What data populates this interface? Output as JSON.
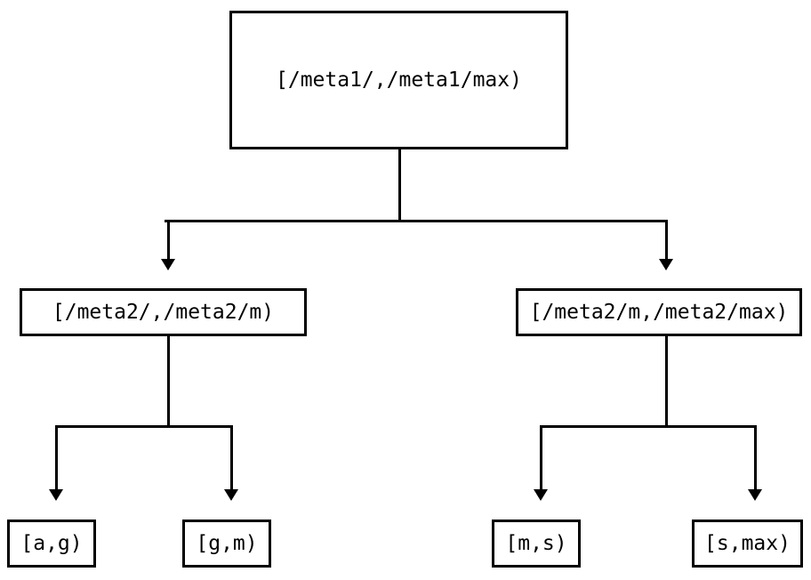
{
  "diagram": {
    "type": "interval-partition-tree",
    "background_color": "#ffffff",
    "line_color": "#000000",
    "text_color": "#000000",
    "levels": [
      {
        "level": 0,
        "nodes": [
          {
            "id": "root",
            "label": "[/meta1/,/meta1/max)"
          }
        ]
      },
      {
        "level": 1,
        "nodes": [
          {
            "id": "meta2-lo",
            "label": "[/meta2/,/meta2/m)"
          },
          {
            "id": "meta2-hi",
            "label": "[/meta2/m,/meta2/max)"
          }
        ]
      },
      {
        "level": 2,
        "nodes": [
          {
            "id": "leaf-ag",
            "label": "[a,g)"
          },
          {
            "id": "leaf-gm",
            "label": "[g,m)"
          },
          {
            "id": "leaf-ms",
            "label": "[m,s)"
          },
          {
            "id": "leaf-smax",
            "label": "[s,max)"
          }
        ]
      }
    ],
    "edges": [
      {
        "from": "root",
        "to": "meta2-lo"
      },
      {
        "from": "root",
        "to": "meta2-hi"
      },
      {
        "from": "meta2-lo",
        "to": "leaf-ag"
      },
      {
        "from": "meta2-lo",
        "to": "leaf-gm"
      },
      {
        "from": "meta2-hi",
        "to": "leaf-ms"
      },
      {
        "from": "meta2-hi",
        "to": "leaf-smax"
      }
    ]
  }
}
